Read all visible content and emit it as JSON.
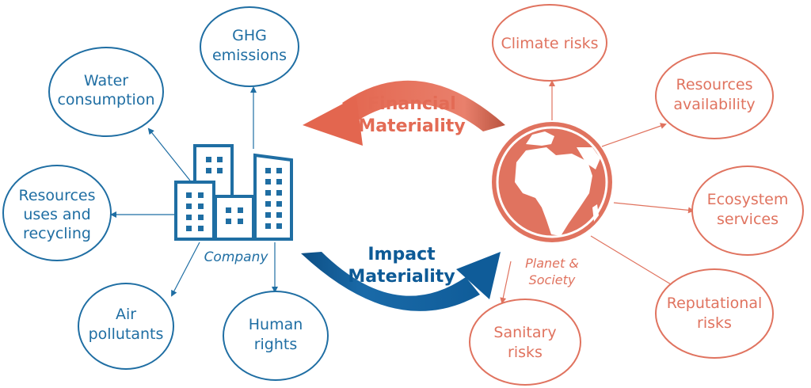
{
  "colors": {
    "company_blue": "#1f6ea3",
    "impact_blue": "#0d5a96",
    "planet_red": "#e0735f",
    "financial_red": "#e36b55",
    "background": "#ffffff"
  },
  "company": {
    "label": "Company",
    "icon": "buildings-icon",
    "outputs": [
      {
        "line1": "GHG",
        "line2": "emissions"
      },
      {
        "line1": "Water",
        "line2": "consumption"
      },
      {
        "line1": "Resources",
        "line2": "uses and",
        "line3": "recycling"
      },
      {
        "line1": "Air",
        "line2": "pollutants"
      },
      {
        "line1": "Human",
        "line2": "rights"
      }
    ]
  },
  "planet": {
    "label_line1": "Planet &",
    "label_line2": "Society",
    "icon": "globe-icon",
    "risks": [
      {
        "line1": "Climate risks"
      },
      {
        "line1": "Resources",
        "line2": "availability"
      },
      {
        "line1": "Ecosystem",
        "line2": "services"
      },
      {
        "line1": "Reputational",
        "line2": "risks"
      },
      {
        "line1": "Sanitary",
        "line2": "risks"
      }
    ]
  },
  "financial_materiality": {
    "line1": "Financial",
    "line2": "Materiality",
    "direction": "planet-to-company"
  },
  "impact_materiality": {
    "line1": "Impact",
    "line2": "Materiality",
    "direction": "company-to-planet"
  }
}
